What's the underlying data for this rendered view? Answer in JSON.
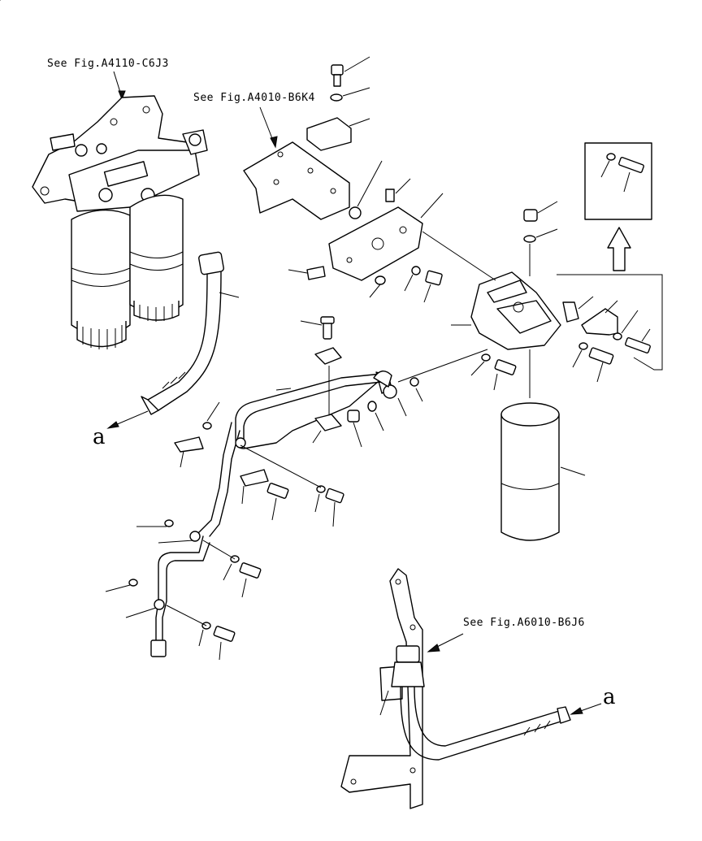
{
  "diagram": {
    "references": {
      "fig_a4110": "See Fig.A4110-C6J3",
      "fig_a4010": "See Fig.A4010-B6K4",
      "fig_a6010": "See Fig.A6010-B6J6"
    },
    "connection_labels": {
      "left": "a",
      "right": "a"
    },
    "icons": [
      "arrow-up-icon",
      "leader-arrow-icon"
    ]
  }
}
